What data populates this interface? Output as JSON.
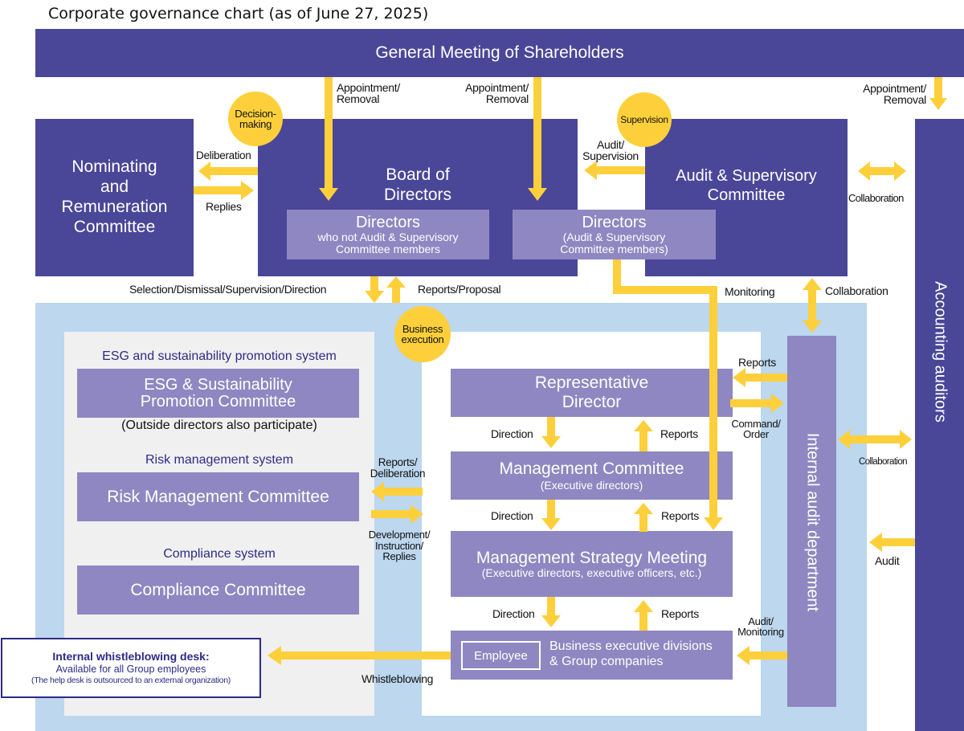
{
  "title": "Corporate governance chart (as of June 27, 2025)",
  "colors": {
    "dark_box": "#4a4799",
    "light_box": "#8f87c1",
    "arrow_yellow": "#fdd03b",
    "outer_panel_blue": "#bcd7ee",
    "inner_panel_gray": "#f0f0f0",
    "system_label": "#2e2a86"
  },
  "shareholders": {
    "label": "General Meeting of Shareholders"
  },
  "nominating": {
    "lines": [
      "Nominating",
      "and",
      "Remuneration",
      "Committee"
    ]
  },
  "board": {
    "title_lines": [
      "Board of",
      "Directors"
    ],
    "directors_non_audit": {
      "title": "Directors",
      "sub_lines": [
        "who not Audit & Supervisory",
        "Committee members"
      ]
    },
    "directors_audit": {
      "title": "Directors",
      "sub_lines": [
        "(Audit & Supervisory",
        "Committee members)"
      ]
    }
  },
  "audit_committee": {
    "lines": [
      "Audit & Supervisory",
      "Committee"
    ]
  },
  "accounting_auditors": {
    "label": "Accounting auditors"
  },
  "internal_audit": {
    "label": "Internal audit department"
  },
  "circles": {
    "decision_making": [
      "Decision-",
      "making"
    ],
    "supervision": [
      "Supervision"
    ],
    "business_execution": [
      "Business",
      "execution"
    ]
  },
  "left_panel": {
    "esg_system": "ESG and sustainability promotion system",
    "esg_committee": [
      "ESG & Sustainability",
      "Promotion Committee"
    ],
    "esg_note": "(Outside directors also participate)",
    "risk_system": "Risk management system",
    "risk_committee": "Risk Management Committee",
    "compliance_system": "Compliance system",
    "compliance_committee": "Compliance Committee"
  },
  "executive": {
    "rep_director": [
      "Representative",
      "Director"
    ],
    "mgmt_committee": {
      "title": "Management Committee",
      "sub": "(Executive directors)"
    },
    "strategy_meeting": {
      "title": "Management Strategy Meeting",
      "sub": "(Executive directors, executive officers, etc.)"
    },
    "business_divisions": {
      "employee": "Employee",
      "lines": [
        "Business executive divisions",
        "& Group companies"
      ]
    }
  },
  "whistleblowing_desk": {
    "title": "Internal whistleblowing desk:",
    "line1": "Available for all Group employees",
    "line2": "(The help desk is outsourced to an external organization)"
  },
  "arrow_labels": {
    "appoint1": [
      "Appointment/",
      "Removal"
    ],
    "appoint2": [
      "Appointment/",
      "Removal"
    ],
    "appoint3": [
      "Appointment/",
      "Removal"
    ],
    "deliberation": "Deliberation",
    "replies": "Replies",
    "audit_supervision": [
      "Audit/",
      "Supervision"
    ],
    "collab_top": "Collaboration",
    "selection": "Selection/Dismissal/Supervision/Direction",
    "reports_proposal": "Reports/Proposal",
    "monitoring": "Monitoring",
    "collab_mid": "Collaboration",
    "reports_ia": "Reports",
    "command_order": [
      "Command/",
      "Order"
    ],
    "collab_right": "Collaboration",
    "audit_acc": "Audit",
    "direction1": "Direction",
    "reports1": "Reports",
    "direction2": "Direction",
    "reports2": "Reports",
    "direction3": "Direction",
    "reports3": "Reports",
    "reports_deliberation": [
      "Reports/",
      "Deliberation"
    ],
    "dev_instr": [
      "Development/",
      "Instruction/",
      "Replies"
    ],
    "audit_monitoring": [
      "Audit/",
      "Monitoring"
    ],
    "whistleblowing": "Whistleblowing"
  }
}
